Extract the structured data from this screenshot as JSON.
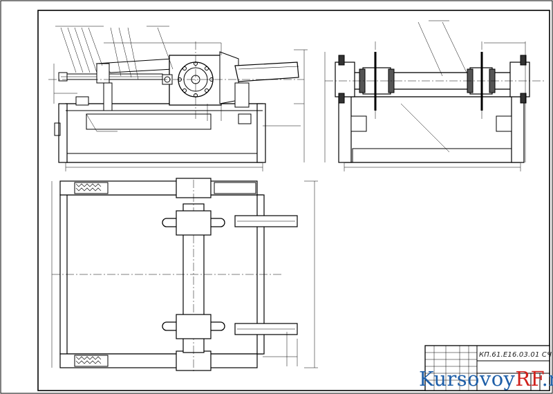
{
  "drawing": {
    "title_block_code": "КП.61.Е16.03.01 СЧ",
    "watermark": {
      "part1": "Kursovoy",
      "part2": "RF",
      "part3": ".ru"
    }
  },
  "colors": {
    "line": "#000000",
    "hatch": "#444444",
    "watermark_blue": "#1f5fa8",
    "watermark_red": "#d0211c"
  }
}
